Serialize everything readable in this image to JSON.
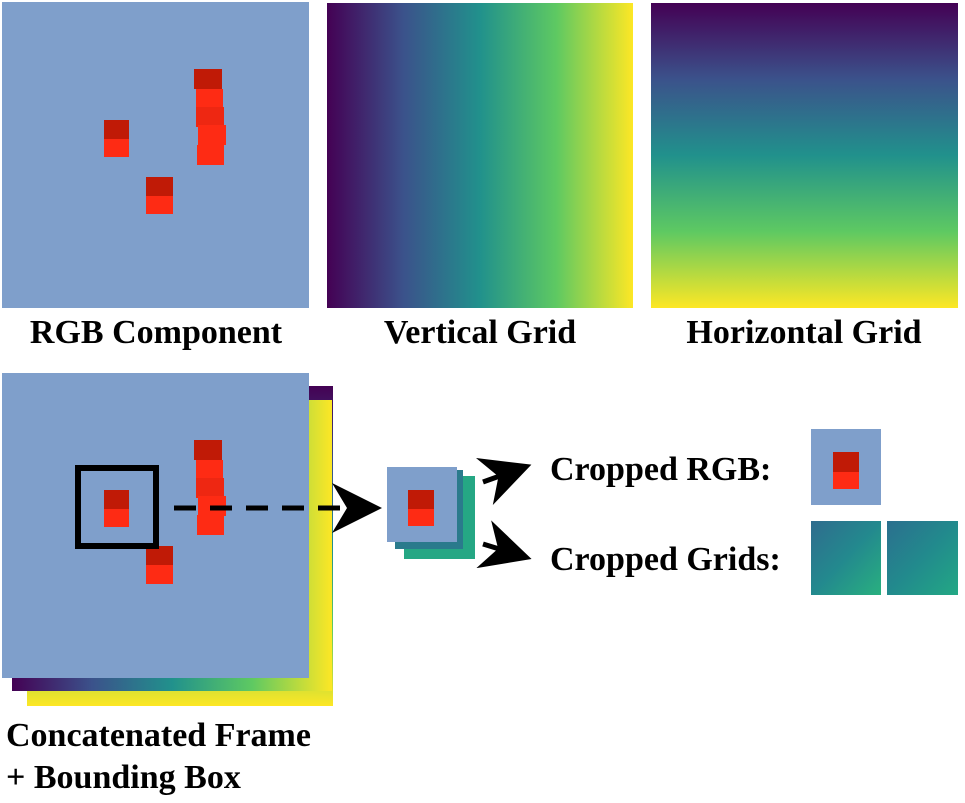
{
  "labels": {
    "rgb_component": "RGB Component",
    "vertical_grid": "Vertical Grid",
    "horizontal_grid": "Horizontal Grid",
    "concat_line1": "Concatenated Frame",
    "concat_line2": "+ Bounding Box",
    "cropped_rgb": "Cropped RGB:",
    "cropped_grids": "Cropped Grids:"
  },
  "colors": {
    "background_blue": "#7f9fcb",
    "block_dark_red": "#c01a06",
    "block_red": "#fe2b14",
    "bounding_box": "#000000",
    "viridis_start": "#440154",
    "viridis_mid1": "#3b528b",
    "viridis_mid2": "#21918c",
    "viridis_mid3": "#5ec962",
    "viridis_end": "#fde725"
  },
  "icons": {
    "crop_arrow": "dashed-arrow-right",
    "split_arrows": "arrow-right"
  }
}
